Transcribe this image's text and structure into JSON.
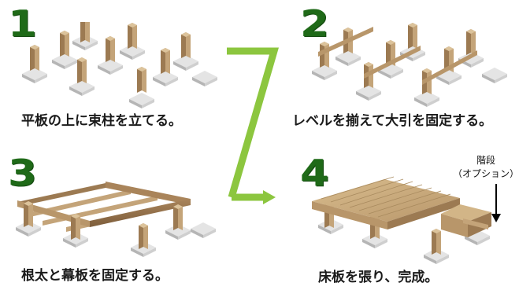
{
  "steps": [
    {
      "number": "1",
      "caption": "平板の上に束柱を立てる。"
    },
    {
      "number": "2",
      "caption": "レベルを揃えて大引を固定する。"
    },
    {
      "number": "3",
      "caption": "根太と幕板を固定する。"
    },
    {
      "number": "4",
      "caption": "床板を張り、完成。"
    }
  ],
  "stairs_label": {
    "line1": "階段",
    "line2": "（オプション）"
  },
  "colors": {
    "number": "#1f6a18",
    "arrow": "#8cc63f",
    "wood_light": "#c9aa7c",
    "wood_dark": "#8a6a45",
    "slab": "#c9c9c9"
  }
}
